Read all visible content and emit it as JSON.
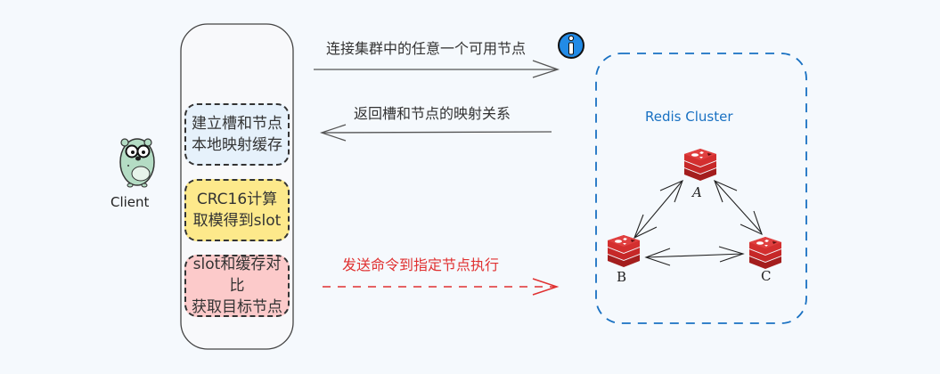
{
  "client": {
    "label": "Client",
    "icon": "gopher-mascot-icon"
  },
  "client_steps": [
    {
      "lines": [
        "建立槽和节点",
        "本地映射缓存"
      ],
      "fill": "#e6f1fb"
    },
    {
      "lines": [
        "CRC16计算",
        "取模得到slot"
      ],
      "fill": "#fde98b"
    },
    {
      "lines": [
        "slot和缓存对比",
        "获取目标节点"
      ],
      "fill": "#fccaca"
    }
  ],
  "arrows": {
    "connect": {
      "label": "连接集群中的任意一个可用节点",
      "direction": "right",
      "icon": "info-icon"
    },
    "return_map": {
      "label": "返回槽和节点的映射关系",
      "direction": "left"
    },
    "send_cmd": {
      "label": "发送命令到指定节点执行",
      "direction": "right",
      "style": "dashed",
      "color": "#e03131"
    }
  },
  "cluster": {
    "title": "Redis Cluster",
    "border_color": "#1971c2",
    "nodes": [
      {
        "id": "A",
        "label": "A"
      },
      {
        "id": "B",
        "label": "B"
      },
      {
        "id": "C",
        "label": "C"
      }
    ],
    "links": [
      {
        "from": "A",
        "to": "B",
        "bidirectional": true
      },
      {
        "from": "A",
        "to": "C",
        "bidirectional": true
      },
      {
        "from": "B",
        "to": "C",
        "bidirectional": true
      }
    ]
  }
}
